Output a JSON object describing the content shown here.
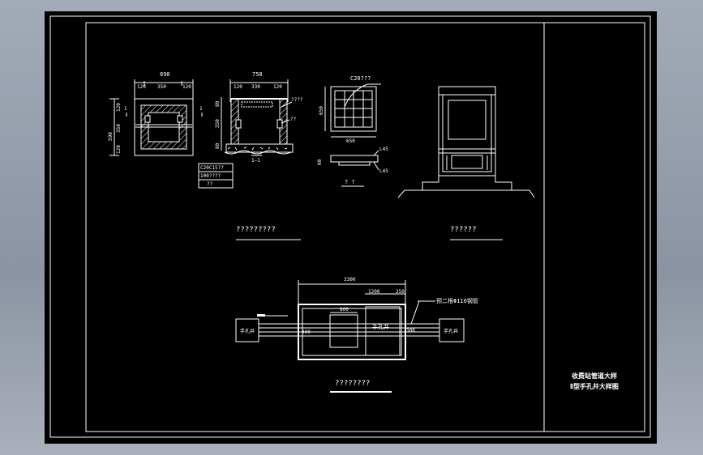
{
  "drawing": {
    "title_block": {
      "line1": "收费站管道大样",
      "line2": "Ⅱ型手孔井大样图"
    },
    "views": {
      "plan_label": "?????????",
      "elevation_label": "??????",
      "layout_label": "????????"
    },
    "dimensions": {
      "plan_width": "890",
      "plan_parts": [
        "120",
        "350",
        "120"
      ],
      "plan_height": "590",
      "plan_height_parts": [
        "120",
        "350",
        "120"
      ],
      "section_width": "750",
      "section_parts": [
        "120",
        "330",
        "120"
      ],
      "section_height_parts": [
        "80",
        "350",
        "80"
      ],
      "cover_size": "650",
      "cover_height": "650",
      "cover_label": "C20???",
      "cover_thickness": "60",
      "cover_note_a": "L45",
      "cover_note_b": "L45",
      "cover_sub": "?   ?",
      "layout_length": "3300",
      "layout_part_a": "1200",
      "layout_part_b": "250",
      "layout_inner": "800",
      "layout_side_left": "300",
      "layout_side_right": "300",
      "pipe_note": "预二根Φ110钢管"
    },
    "section_notes": {
      "note_a": "????",
      "note_b": "??",
      "cut_mark": "1—1"
    },
    "plan_marks": {
      "left": "1",
      "right": "1"
    },
    "legend": [
      "C20C15??",
      "100????",
      "??"
    ],
    "wells": {
      "left": "手孔井",
      "center": "手孔井",
      "right": "手孔井"
    }
  }
}
